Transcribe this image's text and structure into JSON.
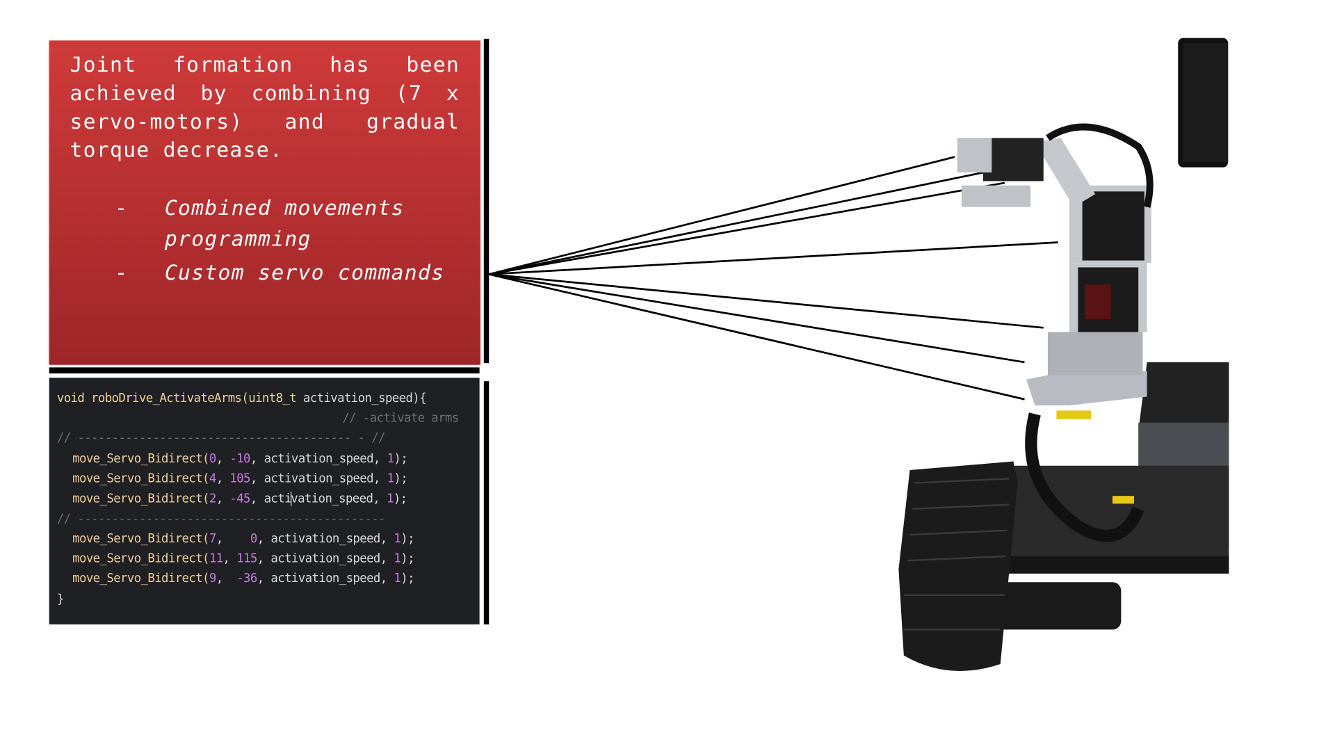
{
  "description_box": {
    "paragraph": "Joint formation has been achieved by combining (7 x servo-motors) and gradual torque decrease.",
    "bullets": [
      {
        "dash": "-",
        "text": "Combined movements programming"
      },
      {
        "dash": "-",
        "text": "Custom servo commands"
      }
    ]
  },
  "code": {
    "signature_kw": "void",
    "signature_fn": "roboDrive_ActivateArms(",
    "signature_type": "uint8_t",
    "signature_rest": " activation_speed){",
    "comment_activate": "// -activate arms",
    "separator_1": "// ---------------------------------------- - //",
    "separator_2": "// ---------------------------------------------",
    "fn_name": "move_Servo_Bidirect(",
    "param": "activation_speed",
    "calls": [
      {
        "servo": "0",
        "angle": "-10",
        "flag": "1"
      },
      {
        "servo": "4",
        "angle": "105",
        "flag": "1"
      },
      {
        "servo": "2",
        "angle": "-45",
        "flag": "1"
      },
      {
        "servo": "7",
        "angle": "   0",
        "flag": "1"
      },
      {
        "servo": "11",
        "angle": "115",
        "flag": "1"
      },
      {
        "servo": "9",
        "angle": " -36",
        "flag": "1"
      }
    ],
    "closing_brace": "}"
  },
  "colors": {
    "red_box": "#c33232",
    "code_bg": "#1f2023",
    "number": "#c77be0"
  }
}
